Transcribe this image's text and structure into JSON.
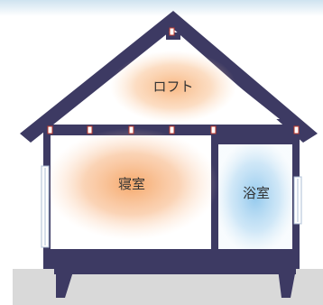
{
  "rooms": {
    "loft": {
      "label": "ロフト"
    },
    "bedroom": {
      "label": "寝室"
    },
    "bathroom": {
      "label": "浴室"
    }
  },
  "colors": {
    "frame": "#3d3a63",
    "floor": "#d9d9d9",
    "top_band": "#cfe3f0",
    "warm": "#f6a05a",
    "cool": "#8ec6ec",
    "sensor_outline": "#c0392b",
    "window": "#aebfd6"
  },
  "icons": {
    "sensor": "small-rectangle-marker",
    "window": "window-icon"
  }
}
